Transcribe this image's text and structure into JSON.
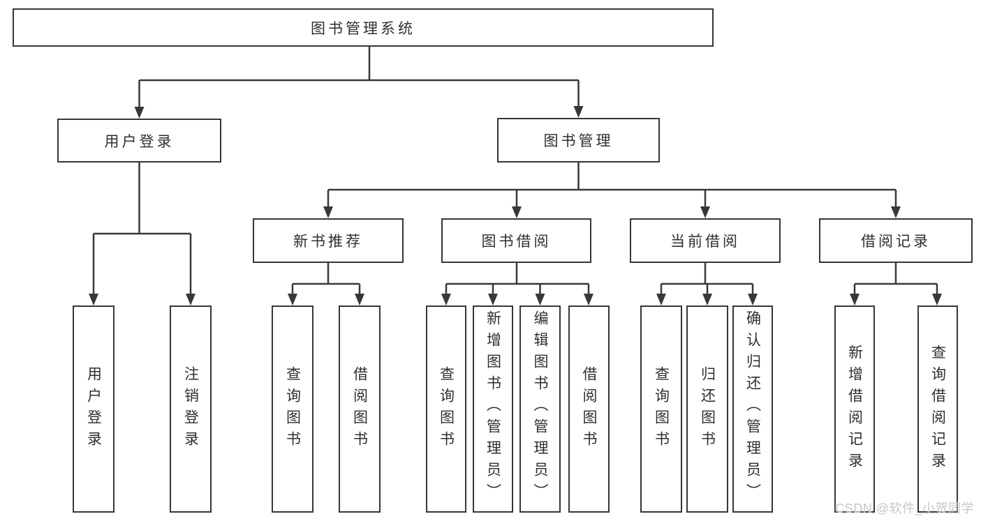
{
  "diagram_title": "图书管理系统",
  "nodes": {
    "root": {
      "label": "图书管理系统"
    },
    "user_login": {
      "label": "用户登录",
      "children": [
        {
          "label": "用户登录"
        },
        {
          "label": "注销登录"
        }
      ]
    },
    "book_management": {
      "label": "图书管理",
      "sections": [
        {
          "label": "新书推荐",
          "children": [
            {
              "label": "查询图书"
            },
            {
              "label": "借阅图书"
            }
          ]
        },
        {
          "label": "图书借阅",
          "children": [
            {
              "label": "查询图书"
            },
            {
              "label": "新增图书（管理员）"
            },
            {
              "label": "编辑图书（管理员）"
            },
            {
              "label": "借阅图书"
            }
          ]
        },
        {
          "label": "当前借阅",
          "children": [
            {
              "label": "查询图书"
            },
            {
              "label": "归还图书"
            },
            {
              "label": "确认归还（管理员）"
            }
          ]
        },
        {
          "label": "借阅记录",
          "children": [
            {
              "label": "新增借阅记录"
            },
            {
              "label": "查询借阅记录"
            }
          ]
        }
      ]
    }
  },
  "watermark": {
    "text": "CSDN @软件_小贺同学"
  },
  "colors": {
    "line": "#383838",
    "text": "#2f2f2f",
    "background": "#ffffff",
    "watermark": "#c6c6c6"
  }
}
